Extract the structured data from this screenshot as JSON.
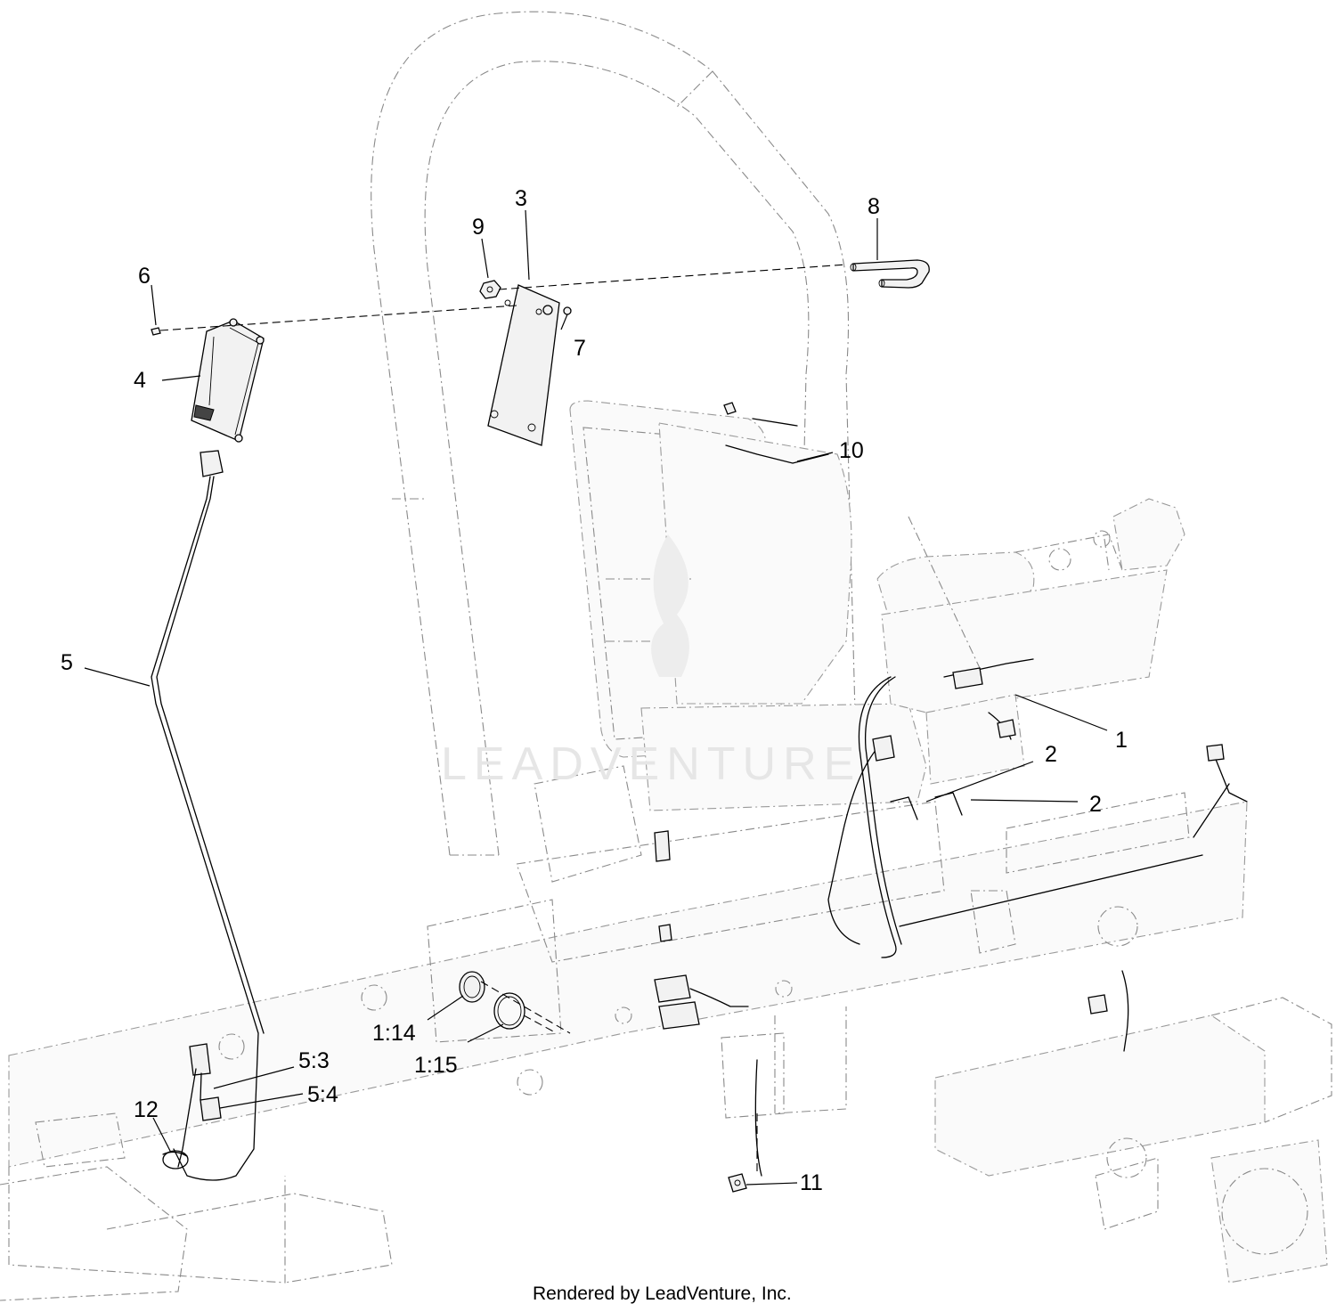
{
  "callouts": [
    {
      "id": "c1",
      "label": "1"
    },
    {
      "id": "c2a",
      "label": "2"
    },
    {
      "id": "c2b",
      "label": "2"
    },
    {
      "id": "c3",
      "label": "3"
    },
    {
      "id": "c4",
      "label": "4"
    },
    {
      "id": "c5",
      "label": "5"
    },
    {
      "id": "c6",
      "label": "6"
    },
    {
      "id": "c7",
      "label": "7"
    },
    {
      "id": "c8",
      "label": "8"
    },
    {
      "id": "c9",
      "label": "9"
    },
    {
      "id": "c10",
      "label": "10"
    },
    {
      "id": "c11",
      "label": "11"
    },
    {
      "id": "c12",
      "label": "12"
    },
    {
      "id": "c114",
      "label": "1:14"
    },
    {
      "id": "c115",
      "label": "1:15"
    },
    {
      "id": "c53",
      "label": "5:3"
    },
    {
      "id": "c54",
      "label": "5:4"
    }
  ],
  "watermark": "LEADVENTURE",
  "footer": "Rendered by LeadVenture, Inc."
}
